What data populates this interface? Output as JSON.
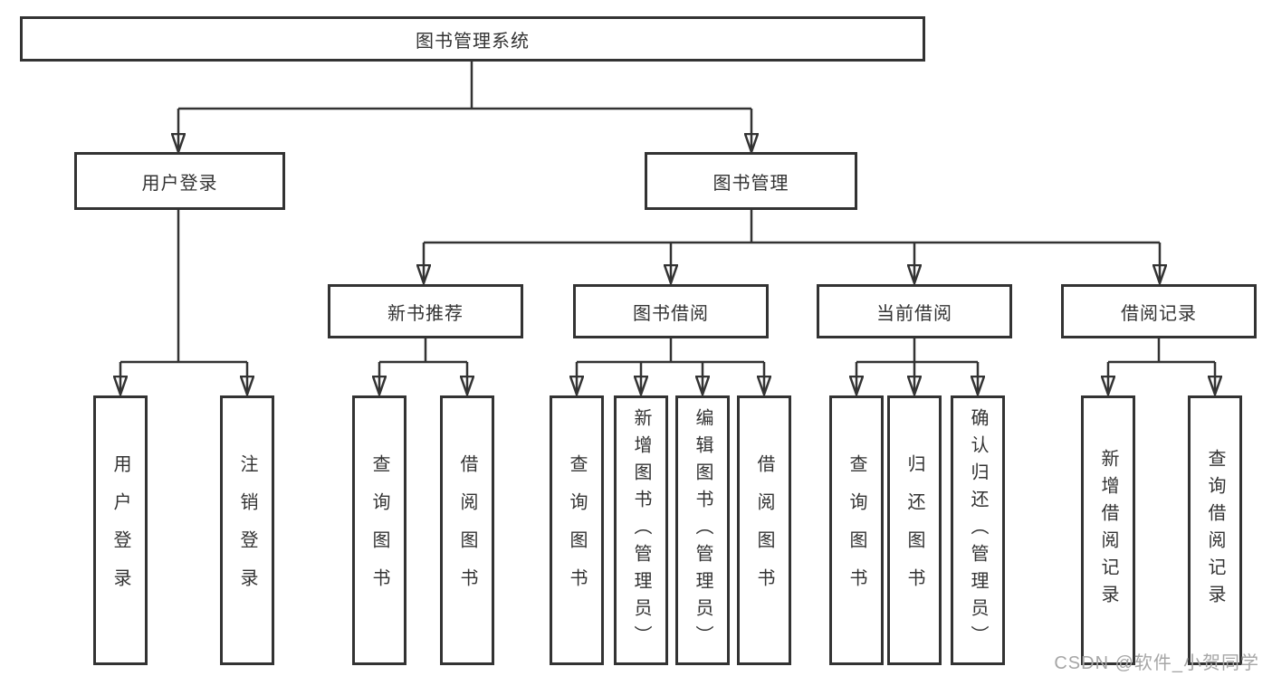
{
  "watermark": "CSDN @软件_小贺同学",
  "colors": {
    "line": "#333333",
    "border": "#333333",
    "text": "#333333",
    "watermark": "#a6a6a6",
    "background": "#ffffff"
  },
  "tree": {
    "label": "图书管理系统",
    "children": [
      {
        "label": "用户登录",
        "children": [
          {
            "label": "用户登录"
          },
          {
            "label": "注销登录"
          }
        ]
      },
      {
        "label": "图书管理",
        "children": [
          {
            "label": "新书推荐",
            "children": [
              {
                "label": "查询图书"
              },
              {
                "label": "借阅图书"
              }
            ]
          },
          {
            "label": "图书借阅",
            "children": [
              {
                "label": "查询图书"
              },
              {
                "label": "新增图书（管理员）"
              },
              {
                "label": "编辑图书（管理员）"
              },
              {
                "label": "借阅图书"
              }
            ]
          },
          {
            "label": "当前借阅",
            "children": [
              {
                "label": "查询图书"
              },
              {
                "label": "归还图书"
              },
              {
                "label": "确认归还（管理员）"
              }
            ]
          },
          {
            "label": "借阅记录",
            "children": [
              {
                "label": "新增借阅记录"
              },
              {
                "label": "查询借阅记录"
              }
            ]
          }
        ]
      }
    ]
  }
}
